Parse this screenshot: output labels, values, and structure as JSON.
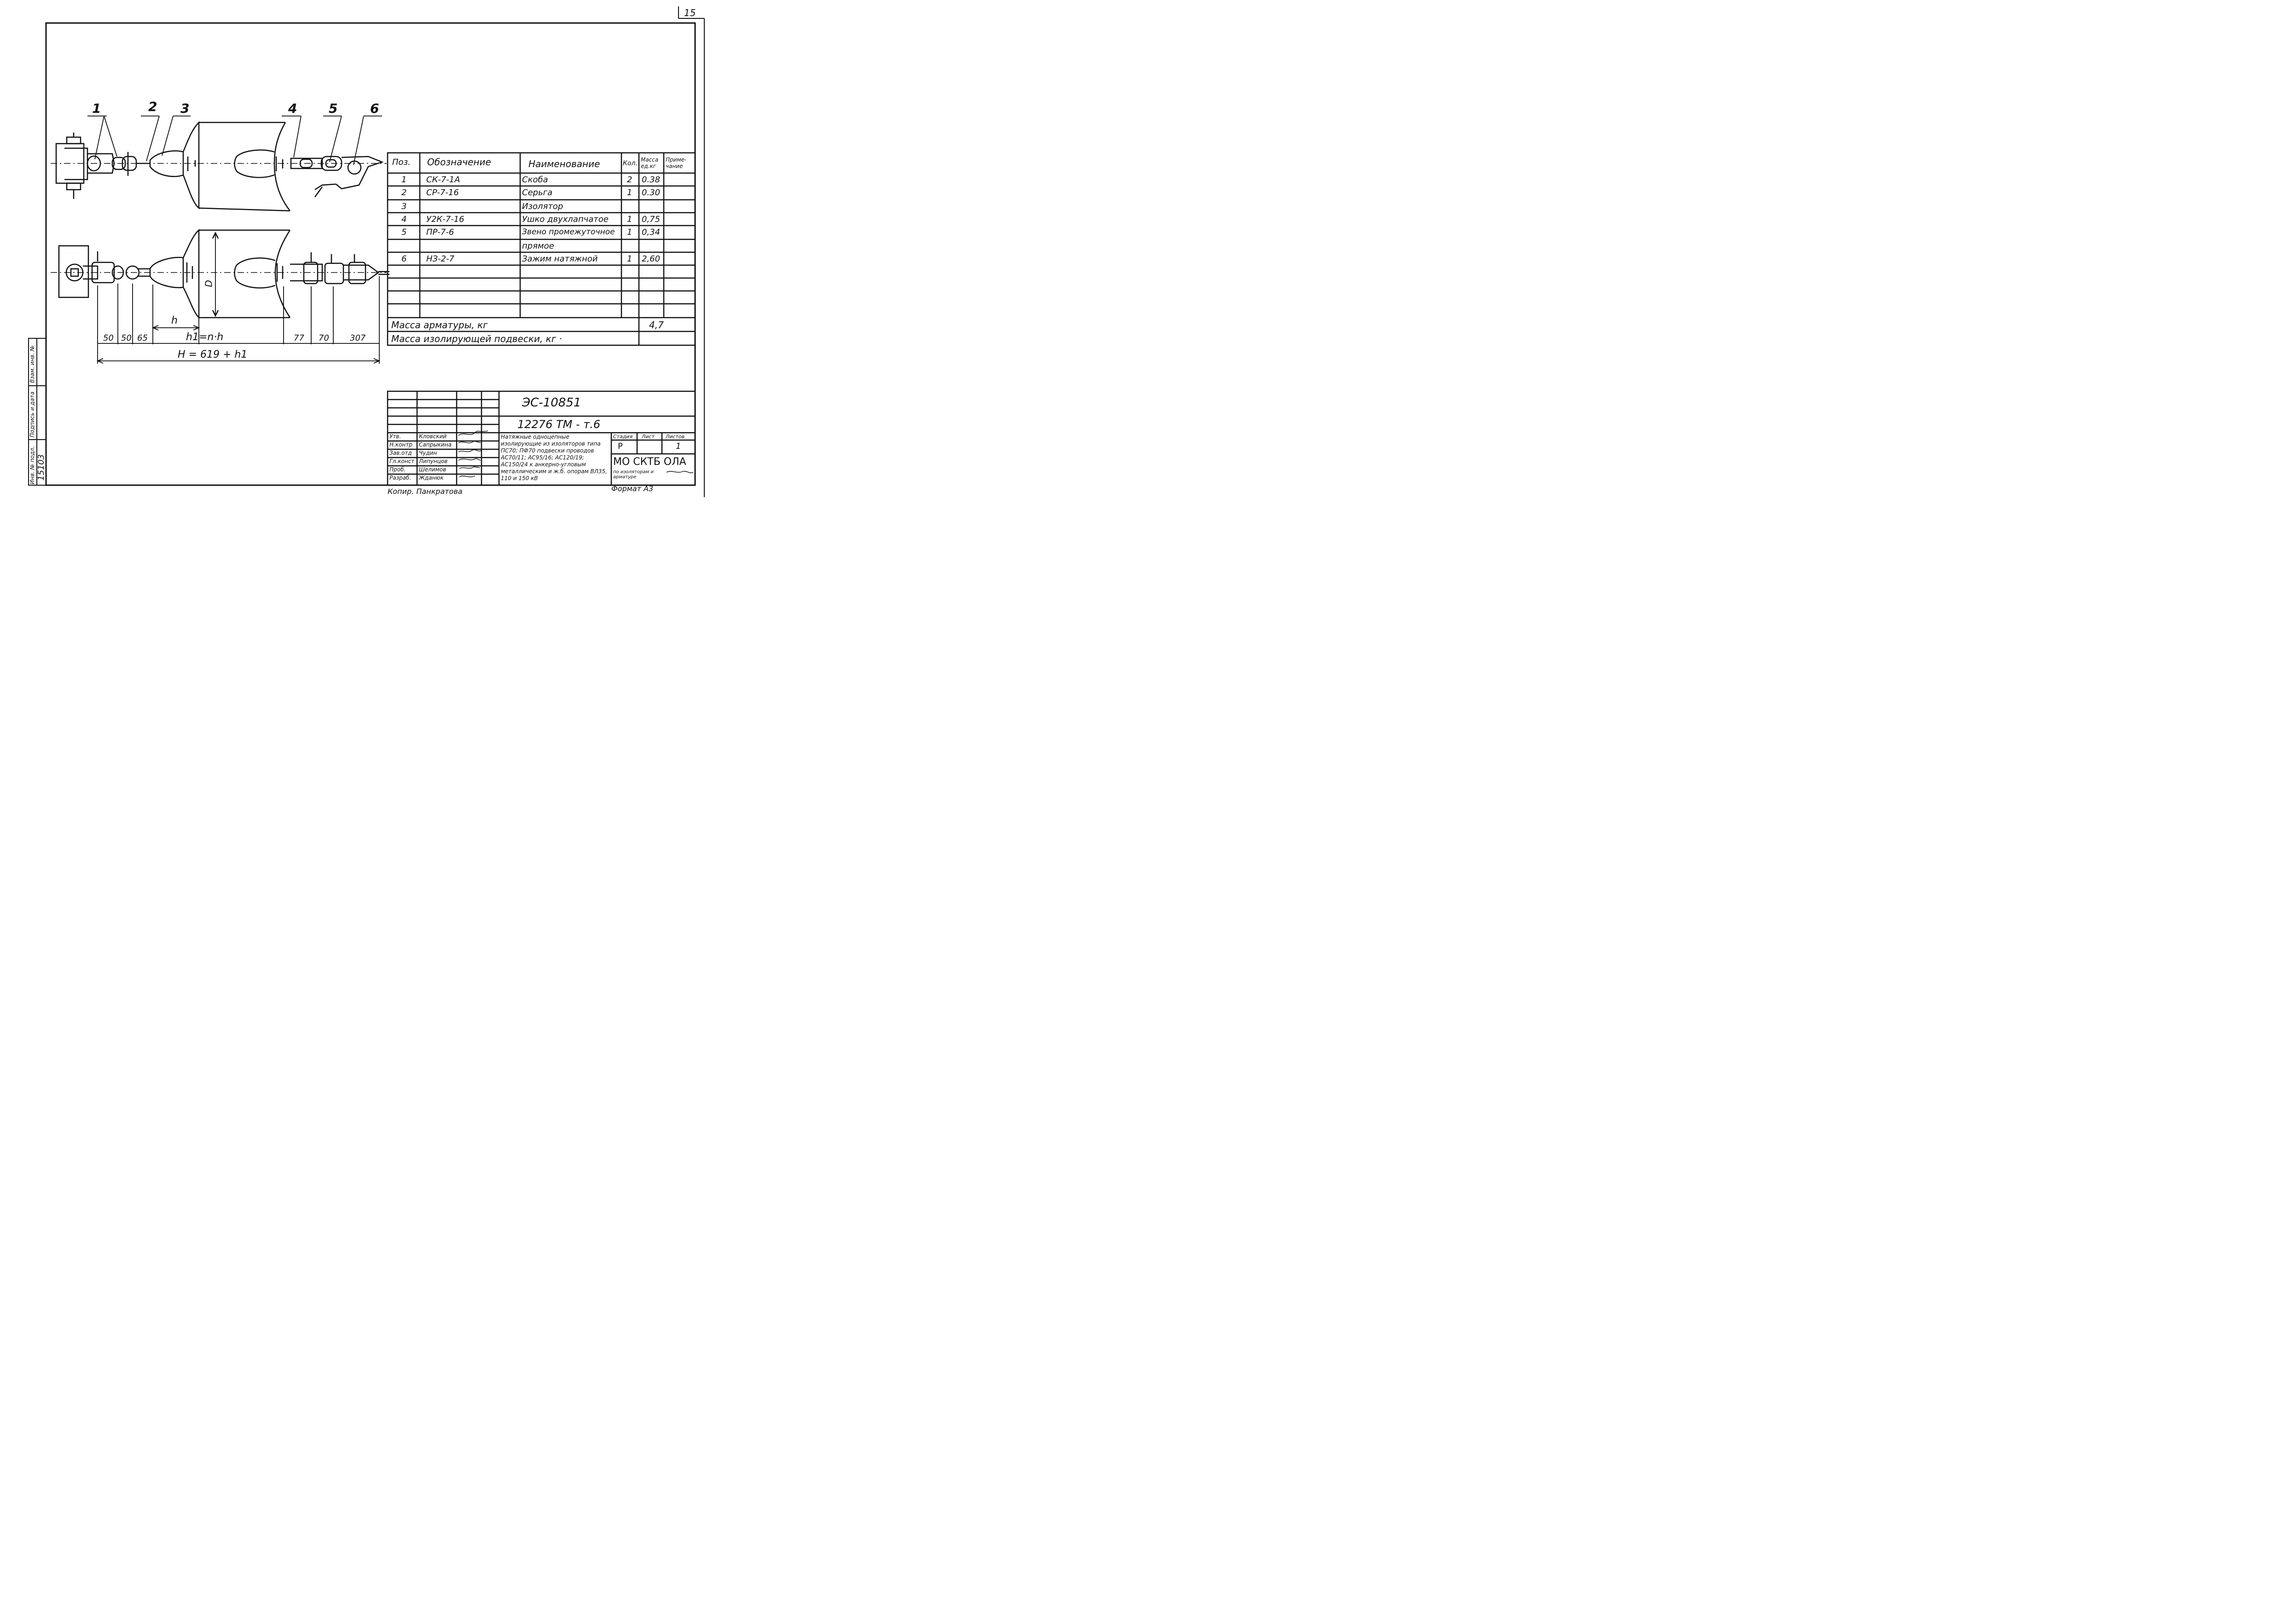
{
  "sheet_number": "15",
  "callouts": [
    "1",
    "2",
    "3",
    "4",
    "5",
    "6"
  ],
  "dimensions": {
    "d1": "50",
    "d2": "50",
    "d3": "65",
    "h1": "h1=n·h",
    "d4": "77",
    "d5": "70",
    "d6": "307",
    "h": "h",
    "total": "H = 619 + h1",
    "diameter": "D"
  },
  "spec_table": {
    "headers": [
      "Поз.",
      "Обозначение",
      "Наименование",
      "Кол.",
      "Масса ед.кг",
      "Приме-чание"
    ],
    "rows": [
      [
        "1",
        "СК-7-1А",
        "Скоба",
        "2",
        "0.38",
        ""
      ],
      [
        "2",
        "СР-7-16",
        "Серьга",
        "1",
        "0.30",
        ""
      ],
      [
        "3",
        "",
        "Изолятор",
        "",
        "",
        ""
      ],
      [
        "4",
        "У2К-7-16",
        "Ушко двухлапчатое",
        "1",
        "0,75",
        ""
      ],
      [
        "5",
        "ПР-7-6",
        "Звено промежуточное",
        "1",
        "0,34",
        ""
      ],
      [
        "",
        "",
        "прямое",
        "",
        "",
        ""
      ],
      [
        "6",
        "НЗ-2-7",
        "Зажим натяжной",
        "1",
        "2,60",
        ""
      ],
      [
        "",
        "",
        "",
        "",
        "",
        ""
      ],
      [
        "",
        "",
        "",
        "",
        "",
        ""
      ],
      [
        "",
        "",
        "",
        "",
        "",
        ""
      ],
      [
        "",
        "",
        "",
        "",
        "",
        ""
      ]
    ],
    "mass_armature_label": "Масса арматуры, кг",
    "mass_armature_value": "4,7",
    "mass_suspension_label": "Масса изолирующей подвески, кг ·"
  },
  "title_block": {
    "code": "ЭС-10851",
    "doc_number": "12276 ТМ - т.6",
    "roles": [
      "Утв.",
      "Н.контр",
      "Зав.отд",
      "Гл.конст",
      "Проб.",
      "Разраб."
    ],
    "names": [
      "Кловский",
      "Сапрыкина",
      "Чудин",
      "Липунцов",
      "Шелимов",
      "Жданюк"
    ],
    "description": "Натяжные одноцепные изолирующие из изоляторов типа ПС70; ПФ70 подвески проводов АС70/11; АС95/16; АС120/19; АС150/24 к анкерно-угловым металлическим и ж.б. опорам ВЛ35, 110 и 150 кВ",
    "stage_label": "Стадия",
    "sheet_label": "Лист",
    "sheets_label": "Листов",
    "stage_value": "Р",
    "sheet_value": "",
    "sheets_value": "1",
    "org_name": "МО СКТБ ОЛА",
    "org_sub": "по изоляторам и арматуре",
    "copier": "Копир. Панкратова",
    "format": "Формат А3"
  },
  "side_stamp": {
    "labels": [
      "Инв. № подл.",
      "Подпись и дата",
      "Взам. инв. №"
    ],
    "inv_number": "15103"
  }
}
